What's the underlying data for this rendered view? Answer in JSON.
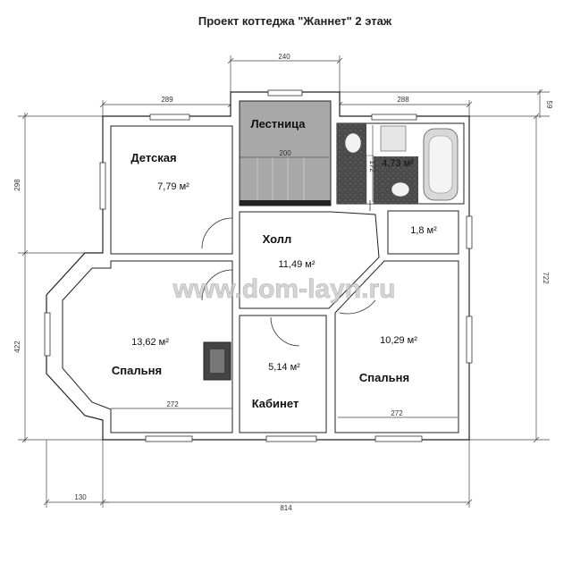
{
  "title": "Проект коттеджа \"Жаннет\" 2 этаж",
  "watermark": "www.dom-layn.ru",
  "dimensions": {
    "top_center": "240",
    "top_left": "289",
    "top_right": "288",
    "right_small": "59",
    "right_total": "722",
    "left_upper": "298",
    "left_lower": "422",
    "bottom_offset": "130",
    "bottom_total": "814",
    "stair_width": "200",
    "bath_height": "172",
    "bedroom_left_width": "272",
    "bedroom_right_width": "272"
  },
  "rooms": {
    "detskaya": {
      "name": "Детская",
      "area": "7,79 м²"
    },
    "lestnitsa": {
      "name": "Лестница"
    },
    "bathroom": {
      "area": "4,73 м²"
    },
    "storage": {
      "area": "1,8 м²"
    },
    "holl": {
      "name": "Холл",
      "area": "11,49 м²"
    },
    "bedroom_left": {
      "name": "Спальня",
      "area": "13,62 м²"
    },
    "kabinet": {
      "name": "Кабинет",
      "area": "5,14 м²"
    },
    "bedroom_right": {
      "name": "Спальня",
      "area": "10,29 м²"
    }
  }
}
